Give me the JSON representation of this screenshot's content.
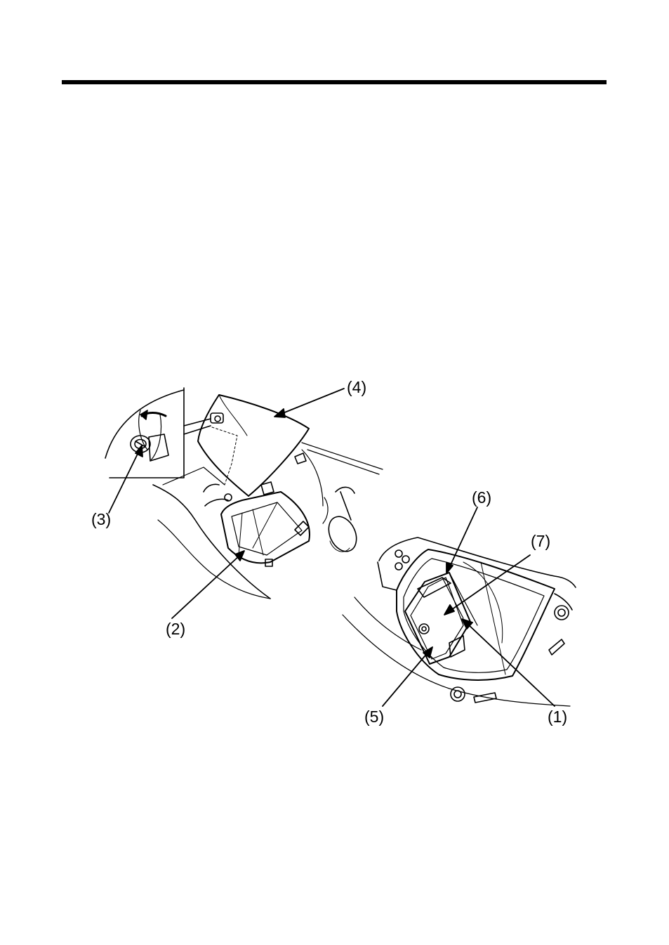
{
  "figure": {
    "callouts": [
      {
        "id": "c1",
        "text": "(1)"
      },
      {
        "id": "c2",
        "text": "(2)"
      },
      {
        "id": "c3",
        "text": "(3)"
      },
      {
        "id": "c4",
        "text": "(4)"
      },
      {
        "id": "c5",
        "text": "(5)"
      },
      {
        "id": "c6",
        "text": "(6)"
      },
      {
        "id": "c7",
        "text": "(7)"
      }
    ]
  }
}
